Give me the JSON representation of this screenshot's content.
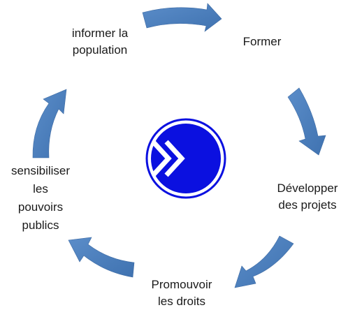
{
  "cycle": {
    "colors": {
      "arrow": "#4f81bd",
      "arrow_edge": "#3d6aa3",
      "logo": "#0b10e0",
      "text": "#1a1a1a"
    },
    "logo": {
      "icon": "chevron-circle-logo"
    },
    "steps": [
      {
        "lines": [
          "Former"
        ]
      },
      {
        "lines": [
          "Développer",
          "des projets"
        ]
      },
      {
        "lines": [
          "Promouvoir",
          "les droits"
        ]
      },
      {
        "lines": [
          "sensibiliser",
          "les",
          "pouvoirs",
          "publics"
        ]
      },
      {
        "lines": [
          "informer la",
          "population"
        ]
      }
    ]
  }
}
